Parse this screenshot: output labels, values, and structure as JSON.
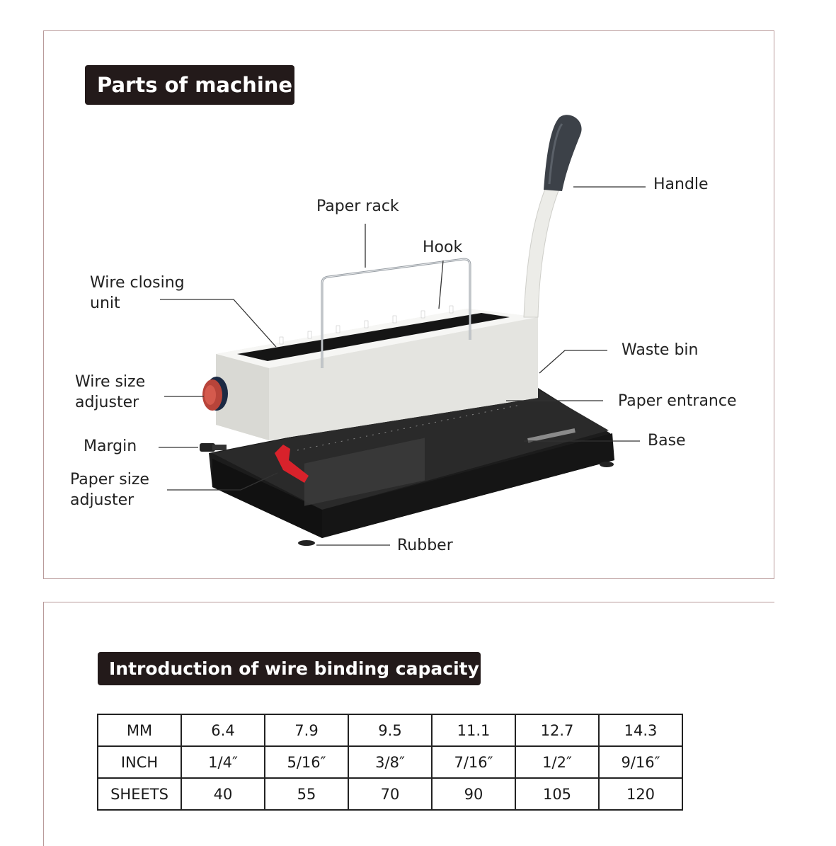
{
  "parts_section": {
    "title": "Parts of machine",
    "labels": {
      "handle": "Handle",
      "paper_rack": "Paper rack",
      "hook": "Hook",
      "wire_closing_unit_line1": "Wire closing",
      "wire_closing_unit_line2": "unit",
      "waste_bin": "Waste bin",
      "wire_size_adjuster_line1": "Wire size",
      "wire_size_adjuster_line2": "adjuster",
      "paper_entrance": "Paper entrance",
      "margin": "Margin",
      "base": "Base",
      "paper_size_adjuster_line1": "Paper size",
      "paper_size_adjuster_line2": "adjuster",
      "rubber": "Rubber"
    }
  },
  "capacity_section": {
    "title": "Introduction of wire binding capacity",
    "rows": [
      {
        "header": "MM",
        "values": [
          "6.4",
          "7.9",
          "9.5",
          "11.1",
          "12.7",
          "14.3"
        ]
      },
      {
        "header": "INCH",
        "values": [
          "1/4″",
          "5/16″",
          "3/8″",
          "7/16″",
          "1/2″",
          "9/16″"
        ]
      },
      {
        "header": "SHEETS",
        "values": [
          "40",
          "55",
          "70",
          "90",
          "105",
          "120"
        ]
      }
    ]
  },
  "colors": {
    "panel_border": "#b99a9a",
    "heading_bg": "#231a1a",
    "machine_body": "#eeeeea",
    "machine_base": "#1c1c1c",
    "accent_red": "#d8222b"
  }
}
